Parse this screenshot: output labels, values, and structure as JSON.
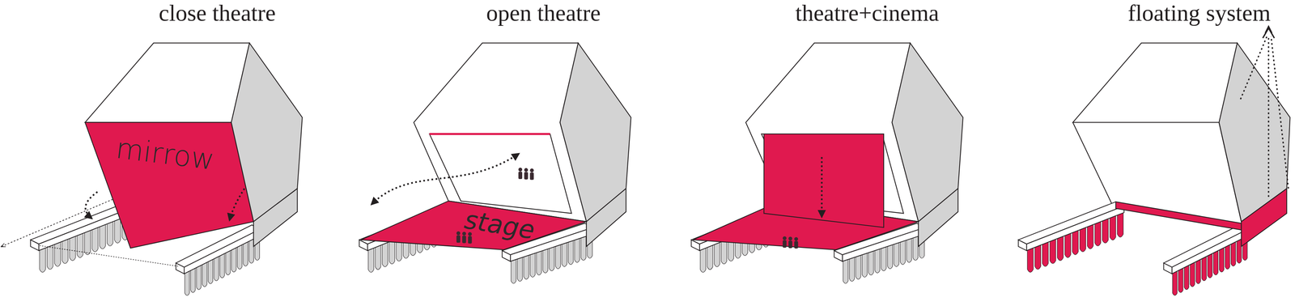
{
  "diagram": {
    "labels": [
      "close theatre",
      "open theatre",
      "theatre+cinema",
      "floating system",
      "mirrow",
      "stage"
    ]
  }
}
